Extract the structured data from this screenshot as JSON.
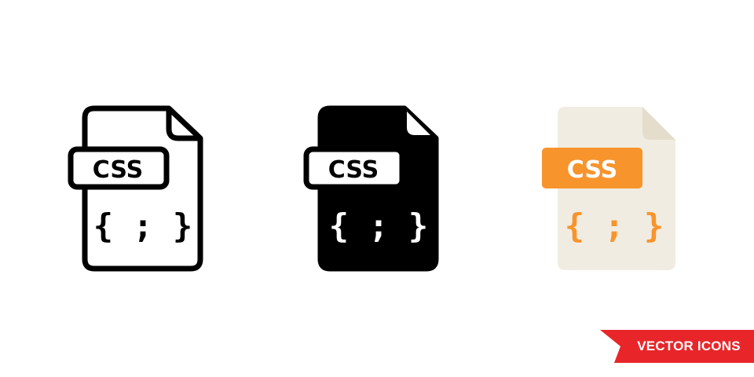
{
  "icons": [
    {
      "style": "outline",
      "label": "CSS",
      "code": "{ ; }",
      "colors": {
        "stroke": "#000000",
        "fill": "#ffffff",
        "label_bg": "#ffffff",
        "label_text": "#000000",
        "code": "#000000"
      }
    },
    {
      "style": "glyph",
      "label": "CSS",
      "code": "{ ; }",
      "colors": {
        "stroke": "#000000",
        "fill": "#000000",
        "label_bg": "#ffffff",
        "label_text": "#000000",
        "code": "#ffffff"
      }
    },
    {
      "style": "color",
      "label": "CSS",
      "code": "{ ; }",
      "colors": {
        "fill": "#f1ece2",
        "fold": "#e5ddcc",
        "label_bg": "#f8942c",
        "label_text": "#ffffff",
        "code": "#f8942c"
      }
    }
  ],
  "banner": {
    "text": "VECTOR ICONS",
    "color": "#e8262a"
  },
  "icon_names": [
    "css-file-icon-outline",
    "css-file-icon-glyph",
    "css-file-icon-color"
  ]
}
